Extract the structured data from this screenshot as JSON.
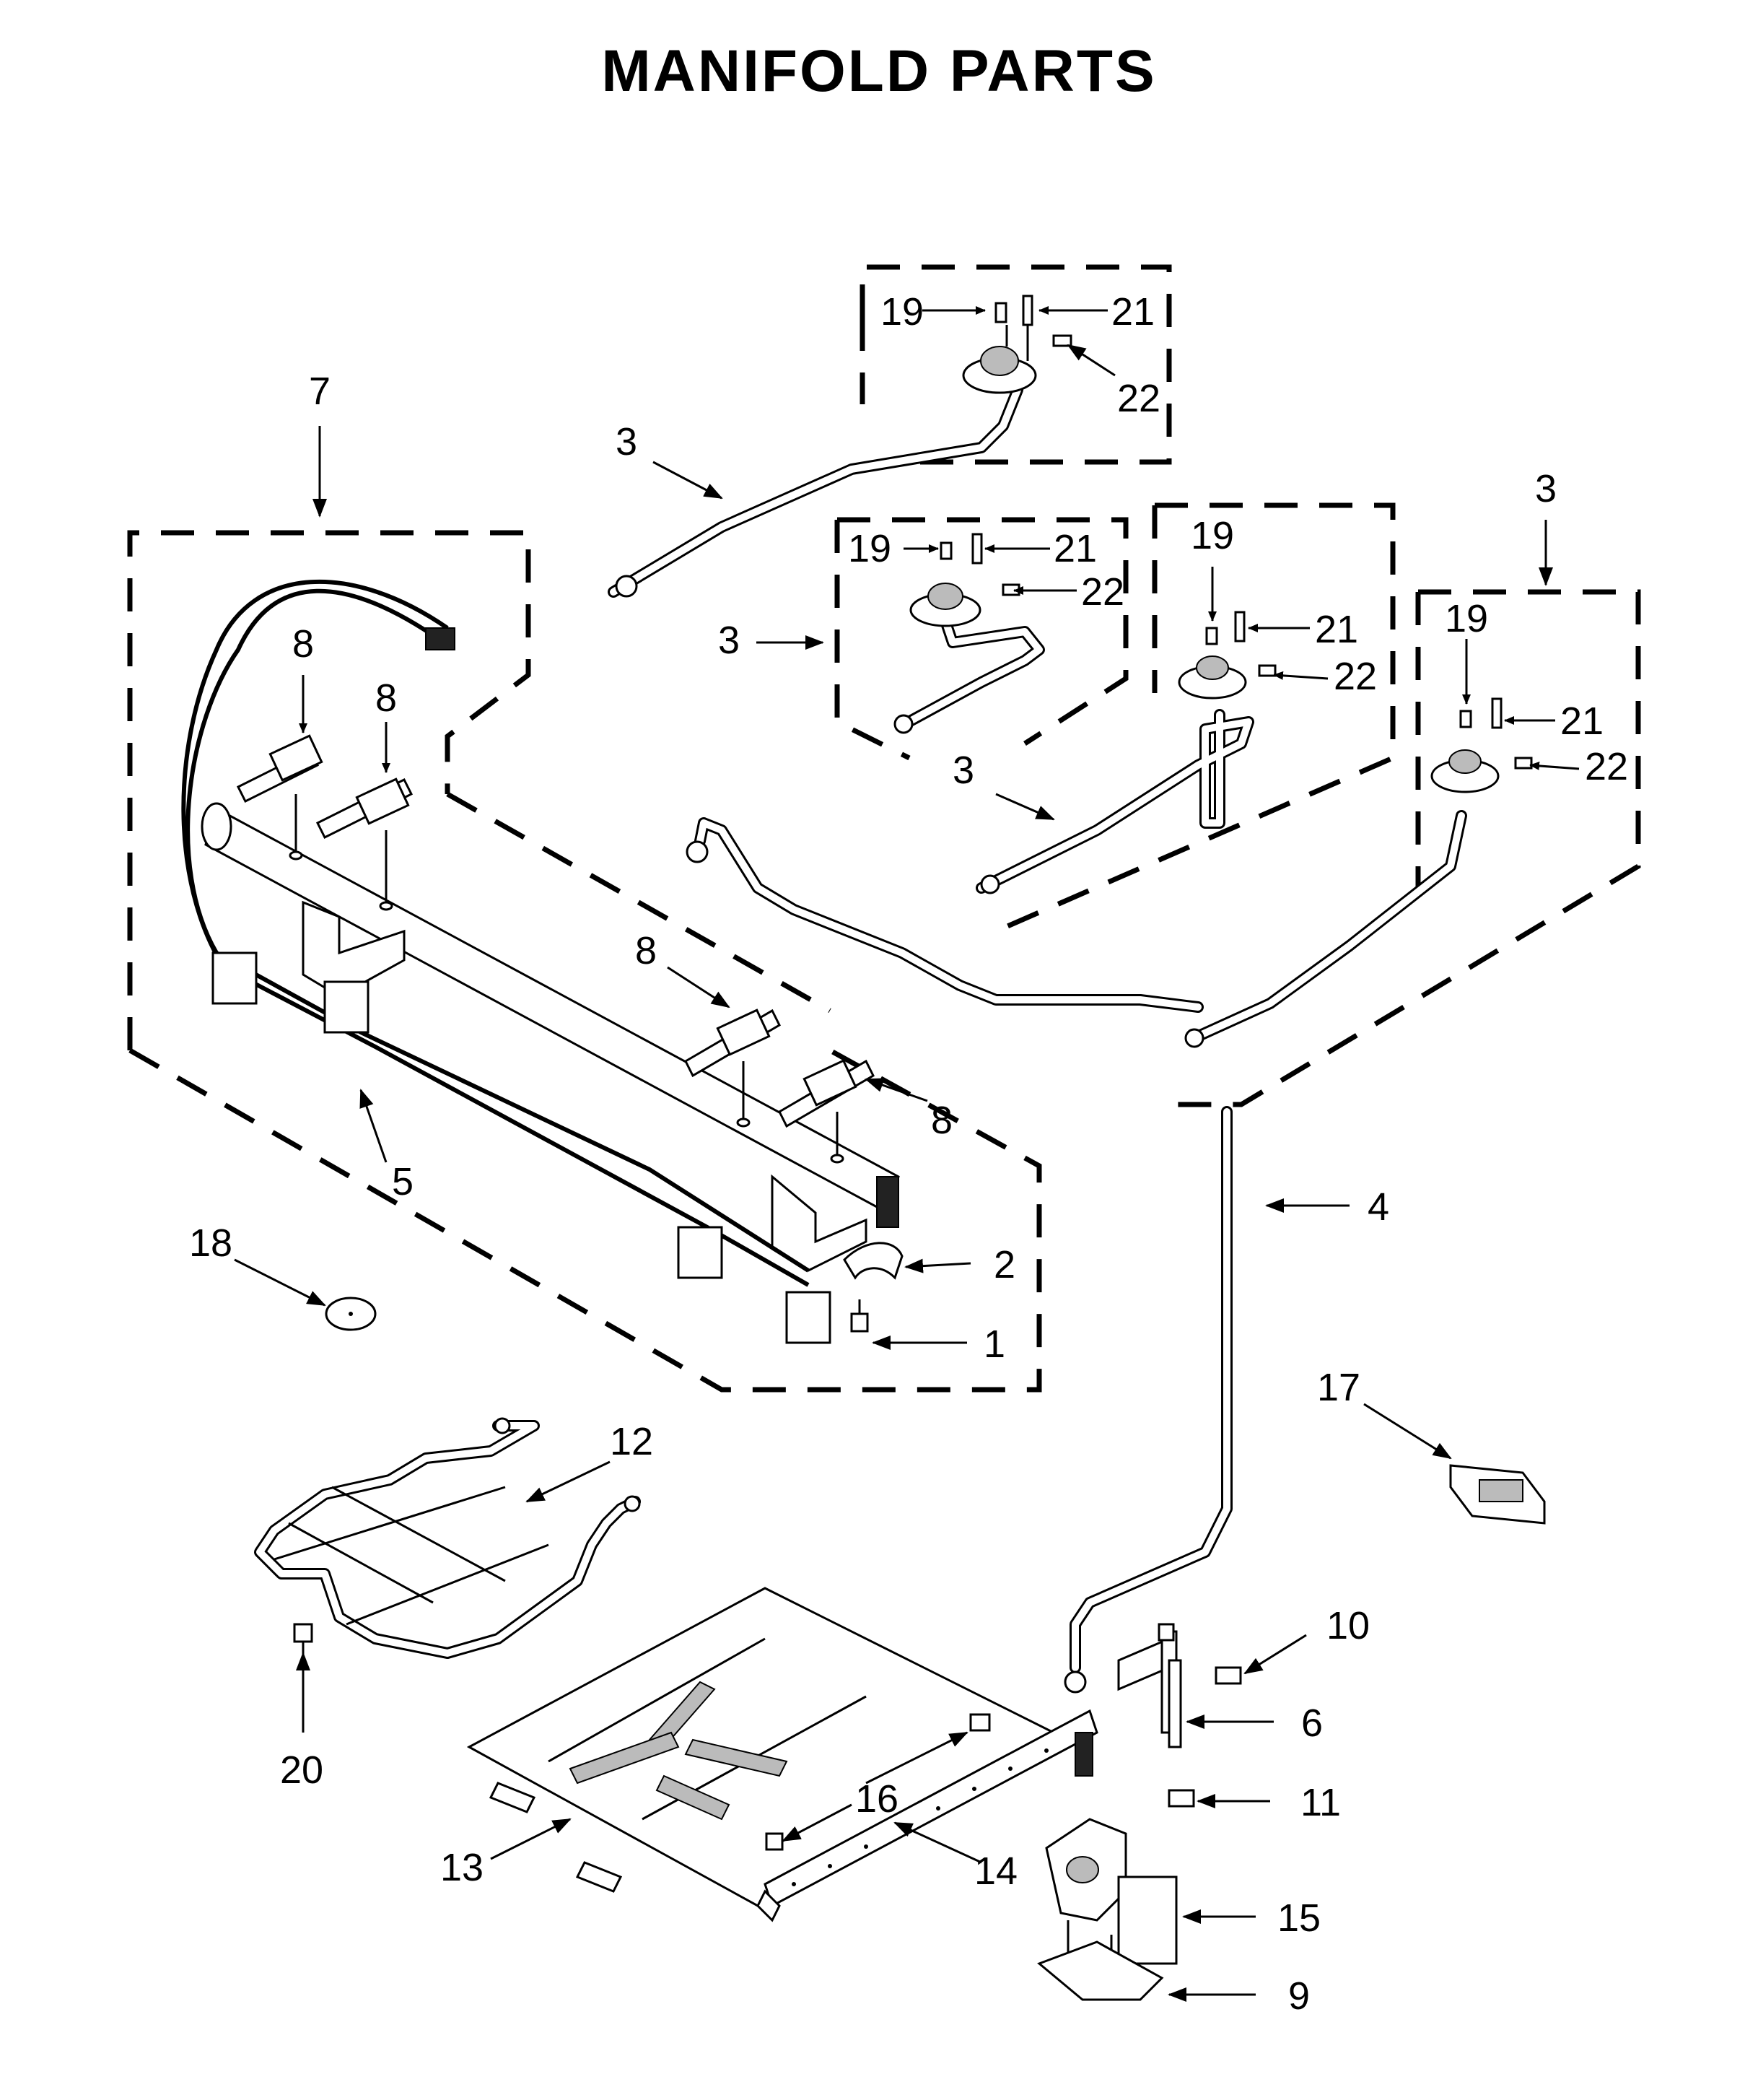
{
  "title": "MANIFOLD PARTS",
  "callouts": {
    "c1": "1",
    "c2": "2",
    "c3a": "3",
    "c3b": "3",
    "c3c": "3",
    "c3d": "3",
    "c4": "4",
    "c5": "5",
    "c6": "6",
    "c7": "7",
    "c8a": "8",
    "c8b": "8",
    "c8c": "8",
    "c8d": "8",
    "c9": "9",
    "c10": "10",
    "c11": "11",
    "c12": "12",
    "c13": "13",
    "c14": "14",
    "c15": "15",
    "c16": "16",
    "c17": "17",
    "c18": "18",
    "c19a": "19",
    "c19b": "19",
    "c19c": "19",
    "c19d": "19",
    "c20": "20",
    "c21a": "21",
    "c21b": "21",
    "c21c": "21",
    "c21d": "21",
    "c22a": "22",
    "c22b": "22",
    "c22c": "22",
    "c22d": "22"
  }
}
